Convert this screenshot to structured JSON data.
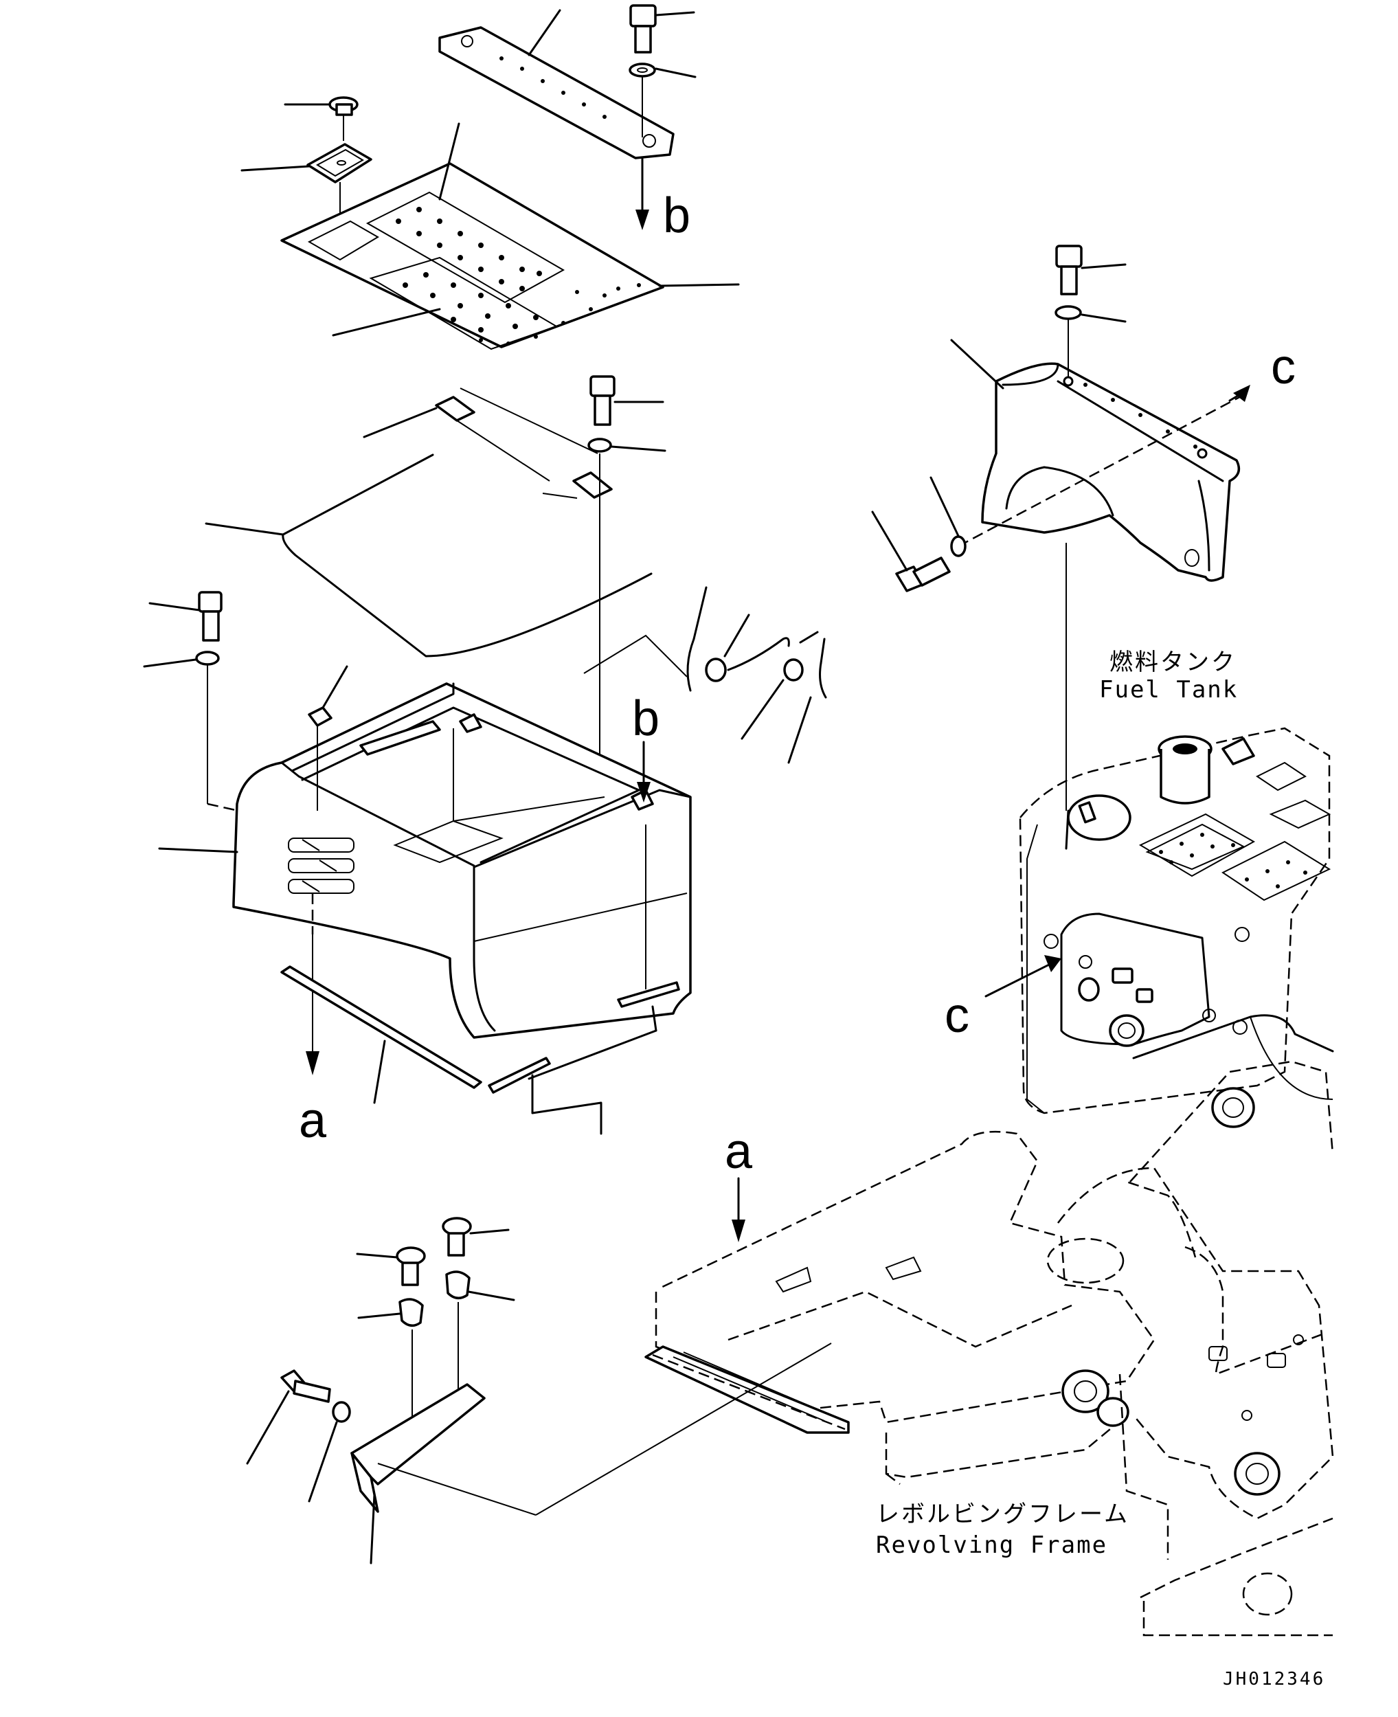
{
  "callouts": {
    "a": "a",
    "b": "b",
    "c": "c"
  },
  "labels": {
    "fuel_tank_jp": "燃料タンク",
    "fuel_tank_en": "Fuel Tank",
    "frame_jp": "レボルビングフレーム",
    "frame_en": "Revolving Frame"
  },
  "drawing_code": "JH012346"
}
